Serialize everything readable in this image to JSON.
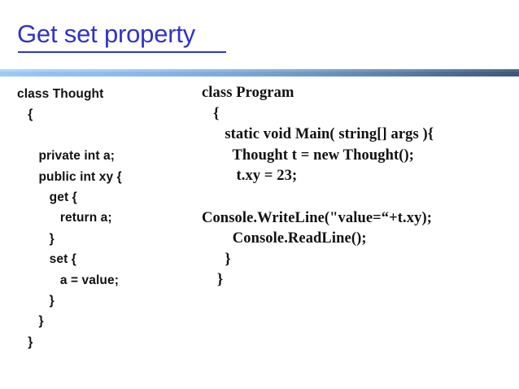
{
  "slide": {
    "title": "Get set property",
    "title_color": "#3232c8",
    "background_color": "#ffffff",
    "divider_gradient_start": "#9ecbf5",
    "divider_gradient_end": "#3d5878"
  },
  "code_left": {
    "name": "Thought class definition",
    "language": "C#",
    "font_style": "sans-serif-bold",
    "text_color": "#111111",
    "lines": [
      "class Thought",
      "   {",
      "",
      "      private int a;",
      "      public int xy {",
      "         get {",
      "            return a;",
      "         }",
      "         set {",
      "            a = value;",
      "         }",
      "      }",
      "   }"
    ]
  },
  "code_right": {
    "name": "Program class definition",
    "language": "C#",
    "font_style": "serif-bold",
    "text_color": "#111111",
    "lines": [
      "class Program",
      "   {",
      "      static void Main( string[] args ){",
      "        Thought t = new Thought();",
      "         t.xy = 23;",
      "",
      "Console.WriteLine(\"value=“+t.xy);",
      "        Console.ReadLine();",
      "      }",
      "    }"
    ]
  }
}
